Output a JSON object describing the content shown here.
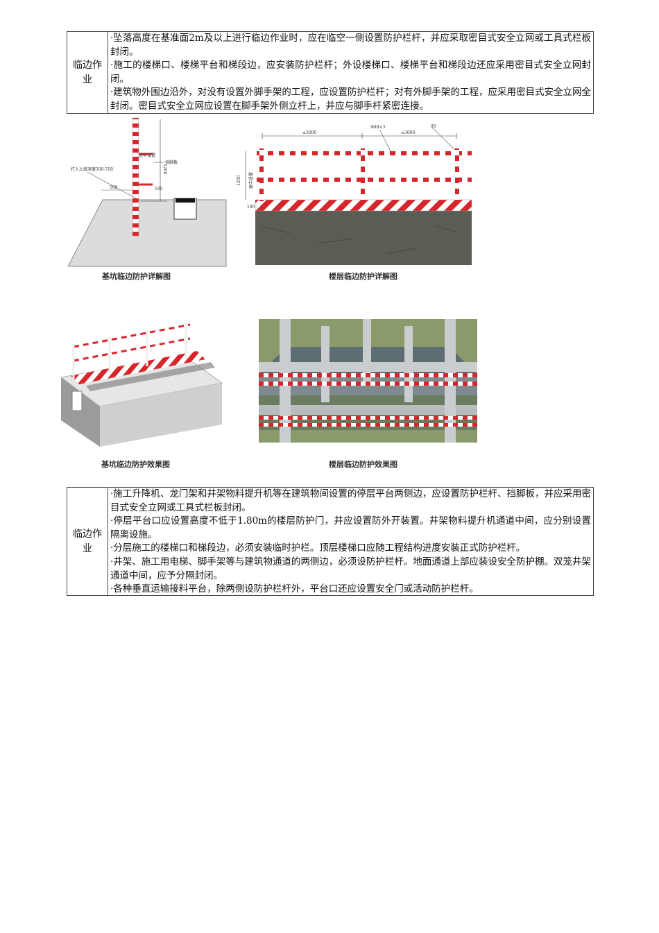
{
  "table1": {
    "label": "临边作业",
    "items": [
      "·坠落高度在基准面2m及以上进行临边作业时，应在临空一侧设置防护栏杆，并应采取密目式安全立网或工具式栏板封闭。",
      "·施工的楼梯口、楼梯平台和梯段边，应安装防护栏杆；外设楼梯口、楼梯平台和梯段边还应采用密目式安全立网封闭。",
      "·建筑物外围边沿外，对没有设置外脚手架的工程，应设置防护栏杆；对有外脚手架的工程，应采用密目式安全立网全封闭。密目式安全立网应设置在脚手架外侧立杆上，并应与脚手杆紧密连接。"
    ]
  },
  "figures": {
    "fig1": {
      "caption": "基坑临边防护详解图",
      "labels": {
        "anchor": "打入土层深度500-700",
        "mid": "居中设置",
        "height": "1200",
        "toe": "挡脚板",
        "small": "180",
        "offset": "500"
      }
    },
    "fig2": {
      "caption": "楼层临边防护详解图",
      "labels": {
        "span1": "≤3000",
        "span2": "≤3000",
        "pipe": "Φ48×3",
        "tag": "90",
        "height": "1200",
        "mid": "居中设置",
        "toe": "180"
      }
    },
    "fig3": {
      "caption": "基坑临边防护效果图"
    },
    "fig4": {
      "caption": "楼层临边防护效果图"
    }
  },
  "table2": {
    "label": "临边作业",
    "items": [
      "·施工升降机、龙门架和井架物料提升机等在建筑物间设置的停层平台两侧边，应设置防护栏杆、挡脚板，并应采用密目式安全立网或工具式栏板封闭。",
      "·停层平台口应设置高度不低于1.80m的楼层防护门，并应设置防外开装置。井架物料提升机通道中间，应分别设置隔离设施。",
      "·分层施工的楼梯口和梯段边，必须安装临时护栏。顶层楼梯口应随工程结构进度安装正式防护栏杆。",
      "·井架、施工用电梯、脚手架等与建筑物通道的两侧边，必须设防护栏杆。地面通道上部应装设安全防护棚。双笼井架通道中间，应予分隔封闭。",
      "·各种垂直运输接料平台，除两侧设防护栏杆外，平台口还应设置安全门或活动防护栏杆。"
    ]
  },
  "colors": {
    "red": "#d7262b",
    "white": "#ffffff",
    "concrete": "#5b5d55",
    "border": "#444444"
  }
}
